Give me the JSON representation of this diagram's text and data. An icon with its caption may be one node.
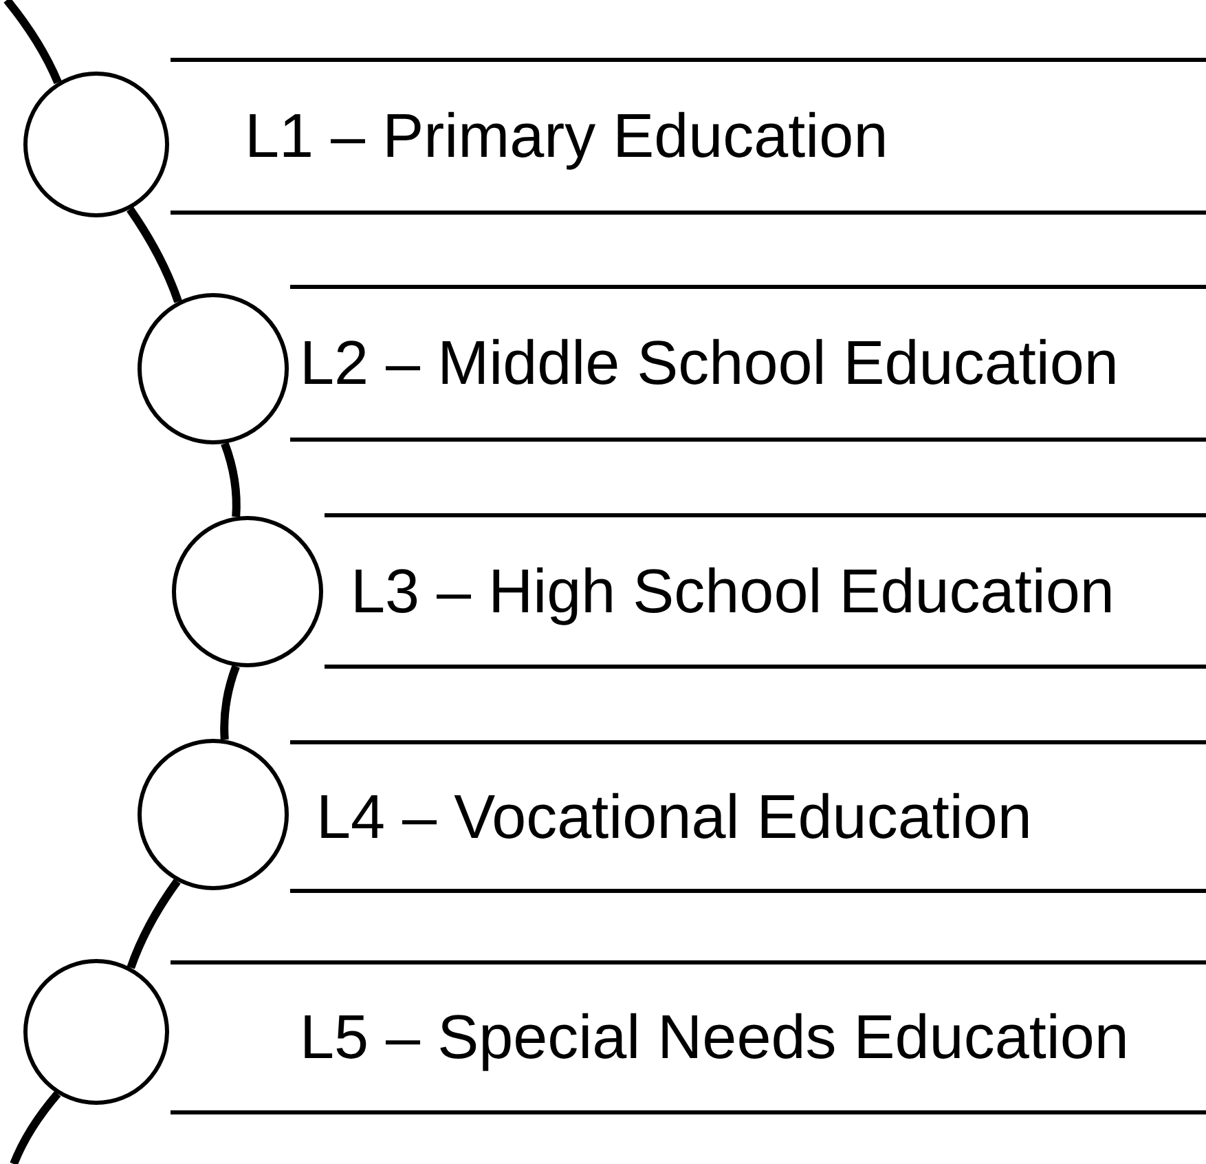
{
  "diagram": {
    "nodes": [
      {
        "text": [],
        "shape": "circle"
      },
      {
        "text": [
          "L1 – Primary Education"
        ]
      },
      {
        "text": [],
        "shape": "circle"
      },
      {
        "text": [
          "L2 – Middle School Education"
        ]
      },
      {
        "text": [],
        "shape": "circle"
      },
      {
        "text": [
          "L3 – High School Education"
        ]
      },
      {
        "text": [],
        "shape": "circle"
      },
      {
        "text": [
          "L4 – Vocational Education"
        ]
      },
      {
        "text": [],
        "shape": "circle"
      },
      {
        "text": [
          "L5 – Special Needs Education"
        ]
      }
    ],
    "edges": [
      {
        "from": null,
        "to": 0,
        "arrow": "none"
      },
      {
        "from": 0,
        "to": 2,
        "arrow": "none"
      },
      {
        "from": 2,
        "to": 4,
        "arrow": "none"
      },
      {
        "from": 4,
        "to": 6,
        "arrow": "none"
      },
      {
        "from": 6,
        "to": 8,
        "arrow": "none"
      },
      {
        "from": 8,
        "to": null,
        "arrow": "none"
      }
    ]
  }
}
